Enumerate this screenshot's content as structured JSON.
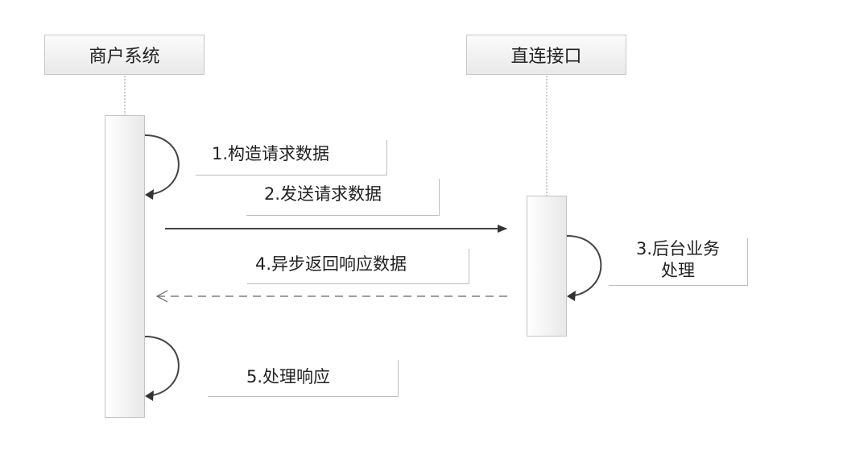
{
  "participants": {
    "merchant": "商户系统",
    "interface": "直连接口"
  },
  "messages": {
    "step1": "1.构造请求数据",
    "step2": "2.发送请求数据",
    "step3_line1": "3.后台业务",
    "step3_line2": "处理",
    "step4": "4.异步返回响应数据",
    "step5": "5.处理响应"
  },
  "colors": {
    "line": "#444444",
    "lifeline": "#9a9a9a",
    "box_border": "#c8c8c8"
  }
}
